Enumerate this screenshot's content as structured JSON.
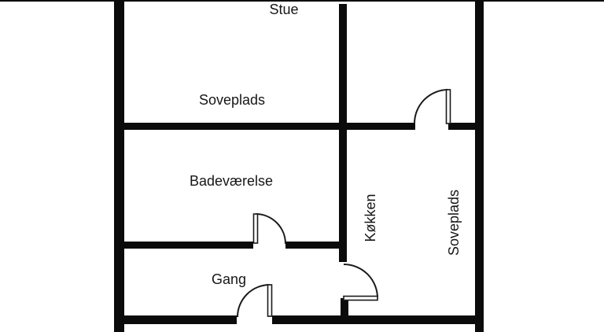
{
  "page": {
    "kind": "apartment-floor-plan",
    "language": "Danish"
  },
  "colors": {
    "wall": "#0b0b0b",
    "background": "#ffffff",
    "text": "#161616",
    "door_line": "#1a1a1a"
  },
  "rooms": [
    {
      "label": "Stue",
      "orientation": "horizontal"
    },
    {
      "label": "Soveplads",
      "orientation": "horizontal"
    },
    {
      "label": "Badeværelse",
      "orientation": "horizontal"
    },
    {
      "label": "Gang",
      "orientation": "horizontal"
    },
    {
      "label": "Køkken",
      "orientation": "vertical"
    },
    {
      "label": "Soveplads",
      "orientation": "vertical"
    }
  ],
  "doors": [
    {
      "id": "door-soveplads-right-top"
    },
    {
      "id": "door-badevaerelse"
    },
    {
      "id": "door-entrance-gang"
    },
    {
      "id": "door-koekken"
    }
  ]
}
